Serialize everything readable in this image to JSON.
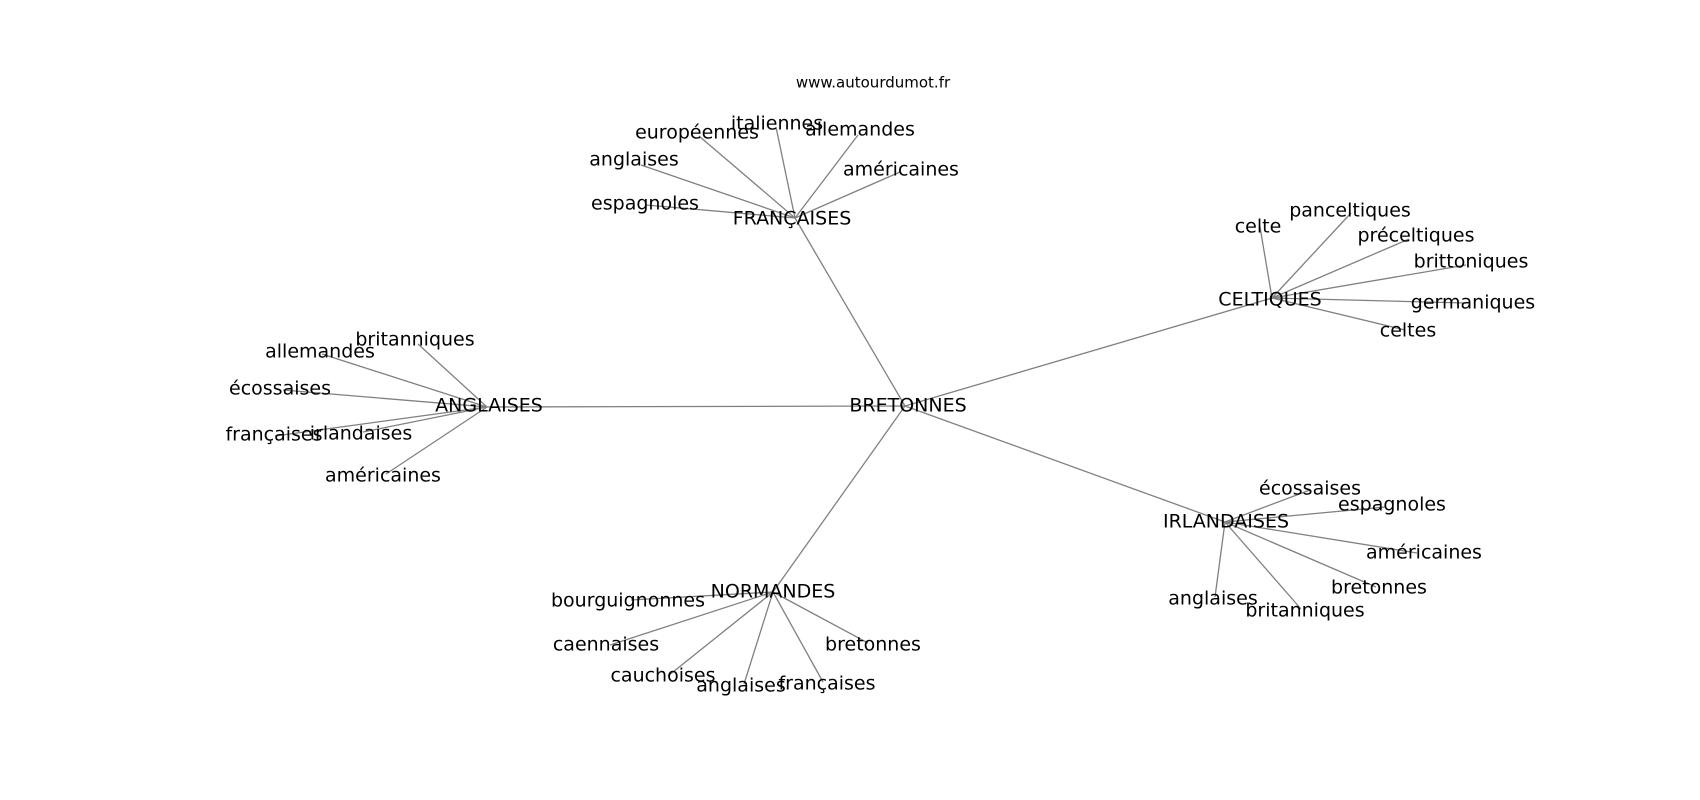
{
  "watermark": "www.autourdumot.fr",
  "colors": {
    "edge": "#808080",
    "label": "#000000",
    "background": "#ffffff"
  },
  "graph": {
    "center": "BRETONNES",
    "hubs": [
      {
        "id": "francaises",
        "label": "FRANÇAISES",
        "leaves": [
          "européennes",
          "italiennes",
          "allemandes",
          "anglaises",
          "américaines",
          "espagnoles"
        ]
      },
      {
        "id": "celtiques",
        "label": "CELTIQUES",
        "leaves": [
          "celte",
          "panceltiques",
          "préceltiques",
          "brittoniques",
          "germaniques",
          "celtes"
        ]
      },
      {
        "id": "anglaises",
        "label": "ANGLAISES",
        "leaves": [
          "britanniques",
          "allemandes",
          "écossaises",
          "françaises",
          "irlandaises",
          "américaines"
        ]
      },
      {
        "id": "irlandaises",
        "label": "IRLANDAISES",
        "leaves": [
          "écossaises",
          "espagnoles",
          "américaines",
          "bretonnes",
          "anglaises",
          "britanniques"
        ]
      },
      {
        "id": "normandes",
        "label": "NORMANDES",
        "leaves": [
          "bourguignonnes",
          "caennaises",
          "bretonnes",
          "cauchoises",
          "anglaises",
          "françaises"
        ]
      }
    ]
  }
}
